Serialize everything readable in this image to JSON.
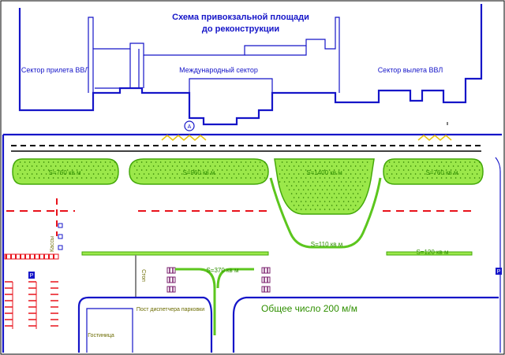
{
  "title": {
    "line1": "Схема привокзальной площади",
    "line2": "до реконструкции"
  },
  "sectors": {
    "arrival": "Сектор прилета ВВЛ",
    "international": "Международный сектор",
    "departure": "Сектор вылета ВВЛ"
  },
  "marker": "А",
  "green_areas": {
    "area1": "S=760 кв м",
    "area2": "S=960 кв м",
    "area3": "S=1400 кв м",
    "area4": "S=760 кв м",
    "area5": "S=110 кв м",
    "area6": "S=120 кв м",
    "area7": "S=370 кв м"
  },
  "labels": {
    "parking_total": "Общее число 200 м/м",
    "dispatcher_post": "Пост диспетчера парковки",
    "hotel": "Гостиница",
    "cashier": "Кассы",
    "stop": "Стоп",
    "parking_sign": "P"
  },
  "colors": {
    "building": "#1515c8",
    "green": "#9be84a",
    "red_marking": "#e8121b",
    "yellow_hedge": "#e7c30e"
  }
}
